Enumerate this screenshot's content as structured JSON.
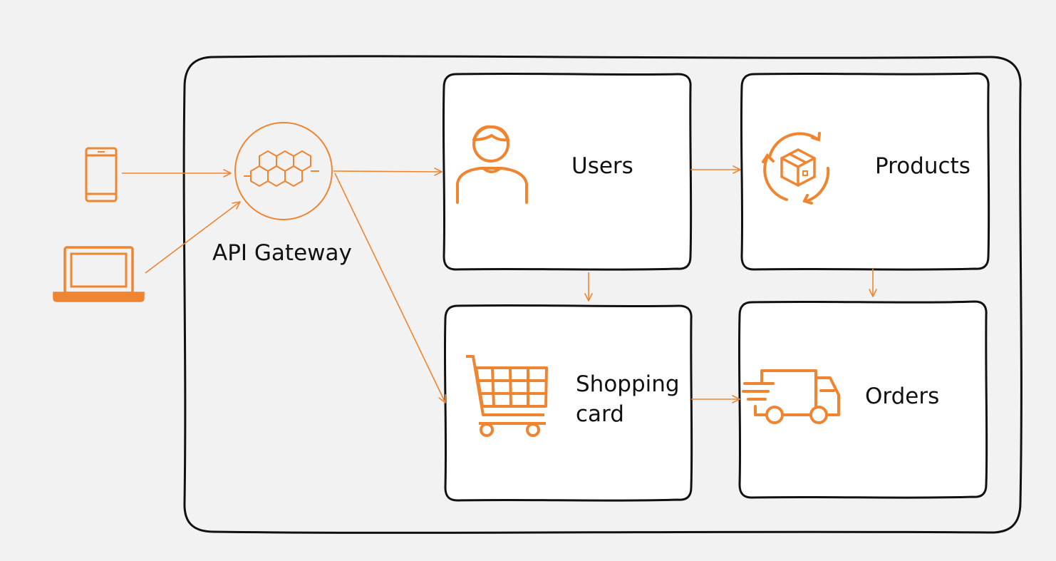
{
  "colors": {
    "accent": "#ef8530",
    "background": "#f2f2f2",
    "box_fill": "#ffffff",
    "outline": "#111111"
  },
  "gateway": {
    "label": "API Gateway",
    "icon": "honeycomb-icon"
  },
  "clients": [
    {
      "icon": "smartphone-icon"
    },
    {
      "icon": "laptop-icon"
    }
  ],
  "services": {
    "users": {
      "label": "Users",
      "icon": "user-icon"
    },
    "products": {
      "label": "Products",
      "icon": "package-cycle-icon"
    },
    "shopping": {
      "label": "Shopping\ncard",
      "icon": "shopping-cart-icon"
    },
    "orders": {
      "label": "Orders",
      "icon": "delivery-truck-icon"
    }
  },
  "edges": [
    {
      "from": "smartphone",
      "to": "api-gateway"
    },
    {
      "from": "laptop",
      "to": "api-gateway"
    },
    {
      "from": "api-gateway",
      "to": "users"
    },
    {
      "from": "api-gateway",
      "to": "shopping-card"
    },
    {
      "from": "users",
      "to": "products"
    },
    {
      "from": "users",
      "to": "shopping-card"
    },
    {
      "from": "products",
      "to": "orders"
    },
    {
      "from": "shopping-card",
      "to": "orders"
    }
  ]
}
